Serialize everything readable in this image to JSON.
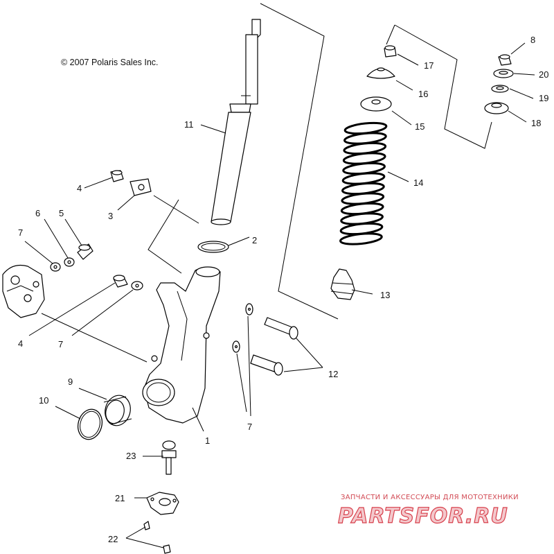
{
  "copyright": "© 2007 Polaris Sales Inc.",
  "callouts": [
    {
      "id": "c1",
      "text": "1"
    },
    {
      "id": "c2",
      "text": "2"
    },
    {
      "id": "c3",
      "text": "3"
    },
    {
      "id": "c4a",
      "text": "4"
    },
    {
      "id": "c4b",
      "text": "4"
    },
    {
      "id": "c5",
      "text": "5"
    },
    {
      "id": "c6",
      "text": "6"
    },
    {
      "id": "c7a",
      "text": "7"
    },
    {
      "id": "c7b",
      "text": "7"
    },
    {
      "id": "c7c",
      "text": "7"
    },
    {
      "id": "c8",
      "text": "8"
    },
    {
      "id": "c9",
      "text": "9"
    },
    {
      "id": "c10",
      "text": "10"
    },
    {
      "id": "c11",
      "text": "11"
    },
    {
      "id": "c12",
      "text": "12"
    },
    {
      "id": "c13",
      "text": "13"
    },
    {
      "id": "c14",
      "text": "14"
    },
    {
      "id": "c15",
      "text": "15"
    },
    {
      "id": "c16",
      "text": "16"
    },
    {
      "id": "c17",
      "text": "17"
    },
    {
      "id": "c18",
      "text": "18"
    },
    {
      "id": "c19",
      "text": "19"
    },
    {
      "id": "c20",
      "text": "20"
    },
    {
      "id": "c21",
      "text": "21"
    },
    {
      "id": "c22",
      "text": "22"
    },
    {
      "id": "c23",
      "text": "23"
    }
  ],
  "watermark": {
    "tagline": "ЗАПЧАСТИ И АКСЕССУАРЫ ДЛЯ МОТОТЕХНИКИ",
    "brand": "PARTSFOR.RU"
  },
  "colors": {
    "line": "#000000",
    "watermark": "#d8404c"
  }
}
